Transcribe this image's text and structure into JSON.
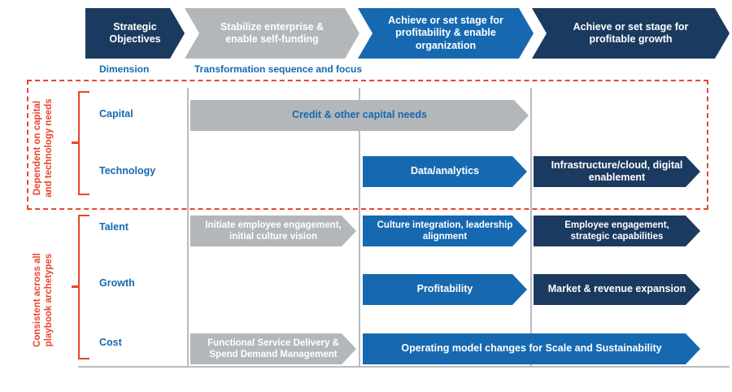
{
  "header": {
    "dimension_label": "Dimension",
    "sequence_label": "Transformation sequence and focus",
    "chevrons": [
      {
        "text": "Strategic\nObjectives",
        "color": "#1B3A5F",
        "style": "plain"
      },
      {
        "text": "Stabilize enterprise &\nenable  self-funding",
        "color": "#B4B7B9",
        "style": "notch"
      },
      {
        "text": "Achieve or set stage for\nprofitability & enable\norganization",
        "color": "#1669B0",
        "style": "notch"
      },
      {
        "text": "Achieve or set stage for\nprofitable growth",
        "color": "#1B3A5F",
        "style": "notch"
      }
    ]
  },
  "groups": [
    {
      "id": "capital-tech",
      "label": "Dependent on capital\nand technology needs",
      "boxed": true
    },
    {
      "id": "playbook",
      "label": "Consistent across all\nplaybook archetypes",
      "boxed": false
    }
  ],
  "rows": [
    {
      "name": "Capital",
      "bars": [
        {
          "text": "Credit & other capital needs",
          "color": "#B4B7B9",
          "text_color": "#1669B0",
          "style": "plain"
        }
      ]
    },
    {
      "name": "Technology",
      "bars": [
        {
          "text": "Data/analytics",
          "color": "#1669B0",
          "text_color": "#ffffff",
          "style": "plain"
        },
        {
          "text": "Infrastructure/cloud, digital\nenablement",
          "color": "#1B3A5F",
          "text_color": "#ffffff",
          "style": "plain"
        }
      ]
    },
    {
      "name": "Talent",
      "bars": [
        {
          "text": "Initiate employee engagement,\ninitial culture vision",
          "color": "#B4B7B9",
          "text_color": "#ffffff",
          "style": "plain"
        },
        {
          "text": "Culture integration, leadership\nalignment",
          "color": "#1669B0",
          "text_color": "#ffffff",
          "style": "plain"
        },
        {
          "text": "Employee engagement,\nstrategic capabilities",
          "color": "#1B3A5F",
          "text_color": "#ffffff",
          "style": "plain"
        }
      ]
    },
    {
      "name": "Growth",
      "bars": [
        {
          "text": "Profitability",
          "color": "#1669B0",
          "text_color": "#ffffff",
          "style": "plain"
        },
        {
          "text": "Market & revenue expansion",
          "color": "#1B3A5F",
          "text_color": "#ffffff",
          "style": "plain"
        }
      ]
    },
    {
      "name": "Cost",
      "bars": [
        {
          "text": "Functional Service Delivery &\nSpend Demand Management",
          "color": "#B4B7B9",
          "text_color": "#ffffff",
          "style": "plain"
        },
        {
          "text": "Operating model changes for Scale and Sustainability",
          "color": "#1669B0",
          "text_color": "#ffffff",
          "style": "plain"
        }
      ]
    }
  ],
  "colors": {
    "navy": "#1B3A5F",
    "blue": "#1669B0",
    "gray": "#B4B7B9",
    "red": "#E8452C",
    "divider": "#b9bcbe"
  }
}
